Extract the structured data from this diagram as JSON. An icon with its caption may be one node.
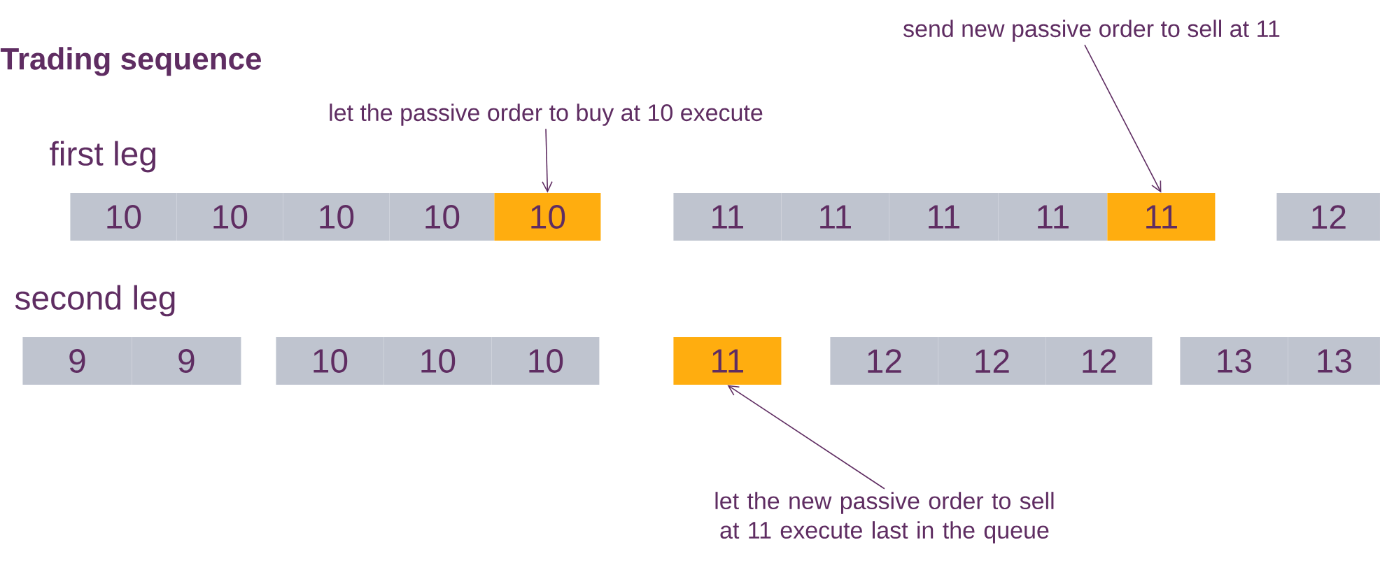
{
  "diagram": {
    "title": "Trading sequence",
    "nodes": [
      {
        "text": [
          "send new passive order to sell at 11"
        ]
      },
      {
        "text": [
          "let the passive order to buy at 10 execute"
        ]
      },
      {
        "text": [
          "10"
        ]
      },
      {
        "text": [
          "10"
        ]
      },
      {
        "text": [
          "10"
        ]
      },
      {
        "text": [
          "10"
        ]
      },
      {
        "text": [
          "10"
        ]
      },
      {
        "text": [
          "11"
        ]
      },
      {
        "text": [
          "11"
        ]
      },
      {
        "text": [
          "11"
        ]
      },
      {
        "text": [
          "11"
        ]
      },
      {
        "text": [
          "11"
        ]
      },
      {
        "text": [
          "12"
        ]
      },
      {
        "text": [
          "9"
        ]
      },
      {
        "text": [
          "9"
        ]
      },
      {
        "text": [
          "10"
        ]
      },
      {
        "text": [
          "10"
        ]
      },
      {
        "text": [
          "10"
        ]
      },
      {
        "text": [
          "11"
        ]
      },
      {
        "text": [
          "12"
        ]
      },
      {
        "text": [
          "12"
        ]
      },
      {
        "text": [
          "12"
        ]
      },
      {
        "text": [
          "13"
        ]
      },
      {
        "text": [
          "13"
        ]
      },
      {
        "text": [
          "let the new passive order to sell at 11 execute last in the queue"
        ]
      }
    ],
    "edges": [
      {
        "from": 1,
        "to": 6,
        "arrow": "to"
      },
      {
        "from": 0,
        "to": 11,
        "arrow": "to"
      },
      {
        "from": 24,
        "to": 18,
        "arrow": "to"
      }
    ],
    "labels": [
      "first leg",
      "second leg"
    ]
  }
}
